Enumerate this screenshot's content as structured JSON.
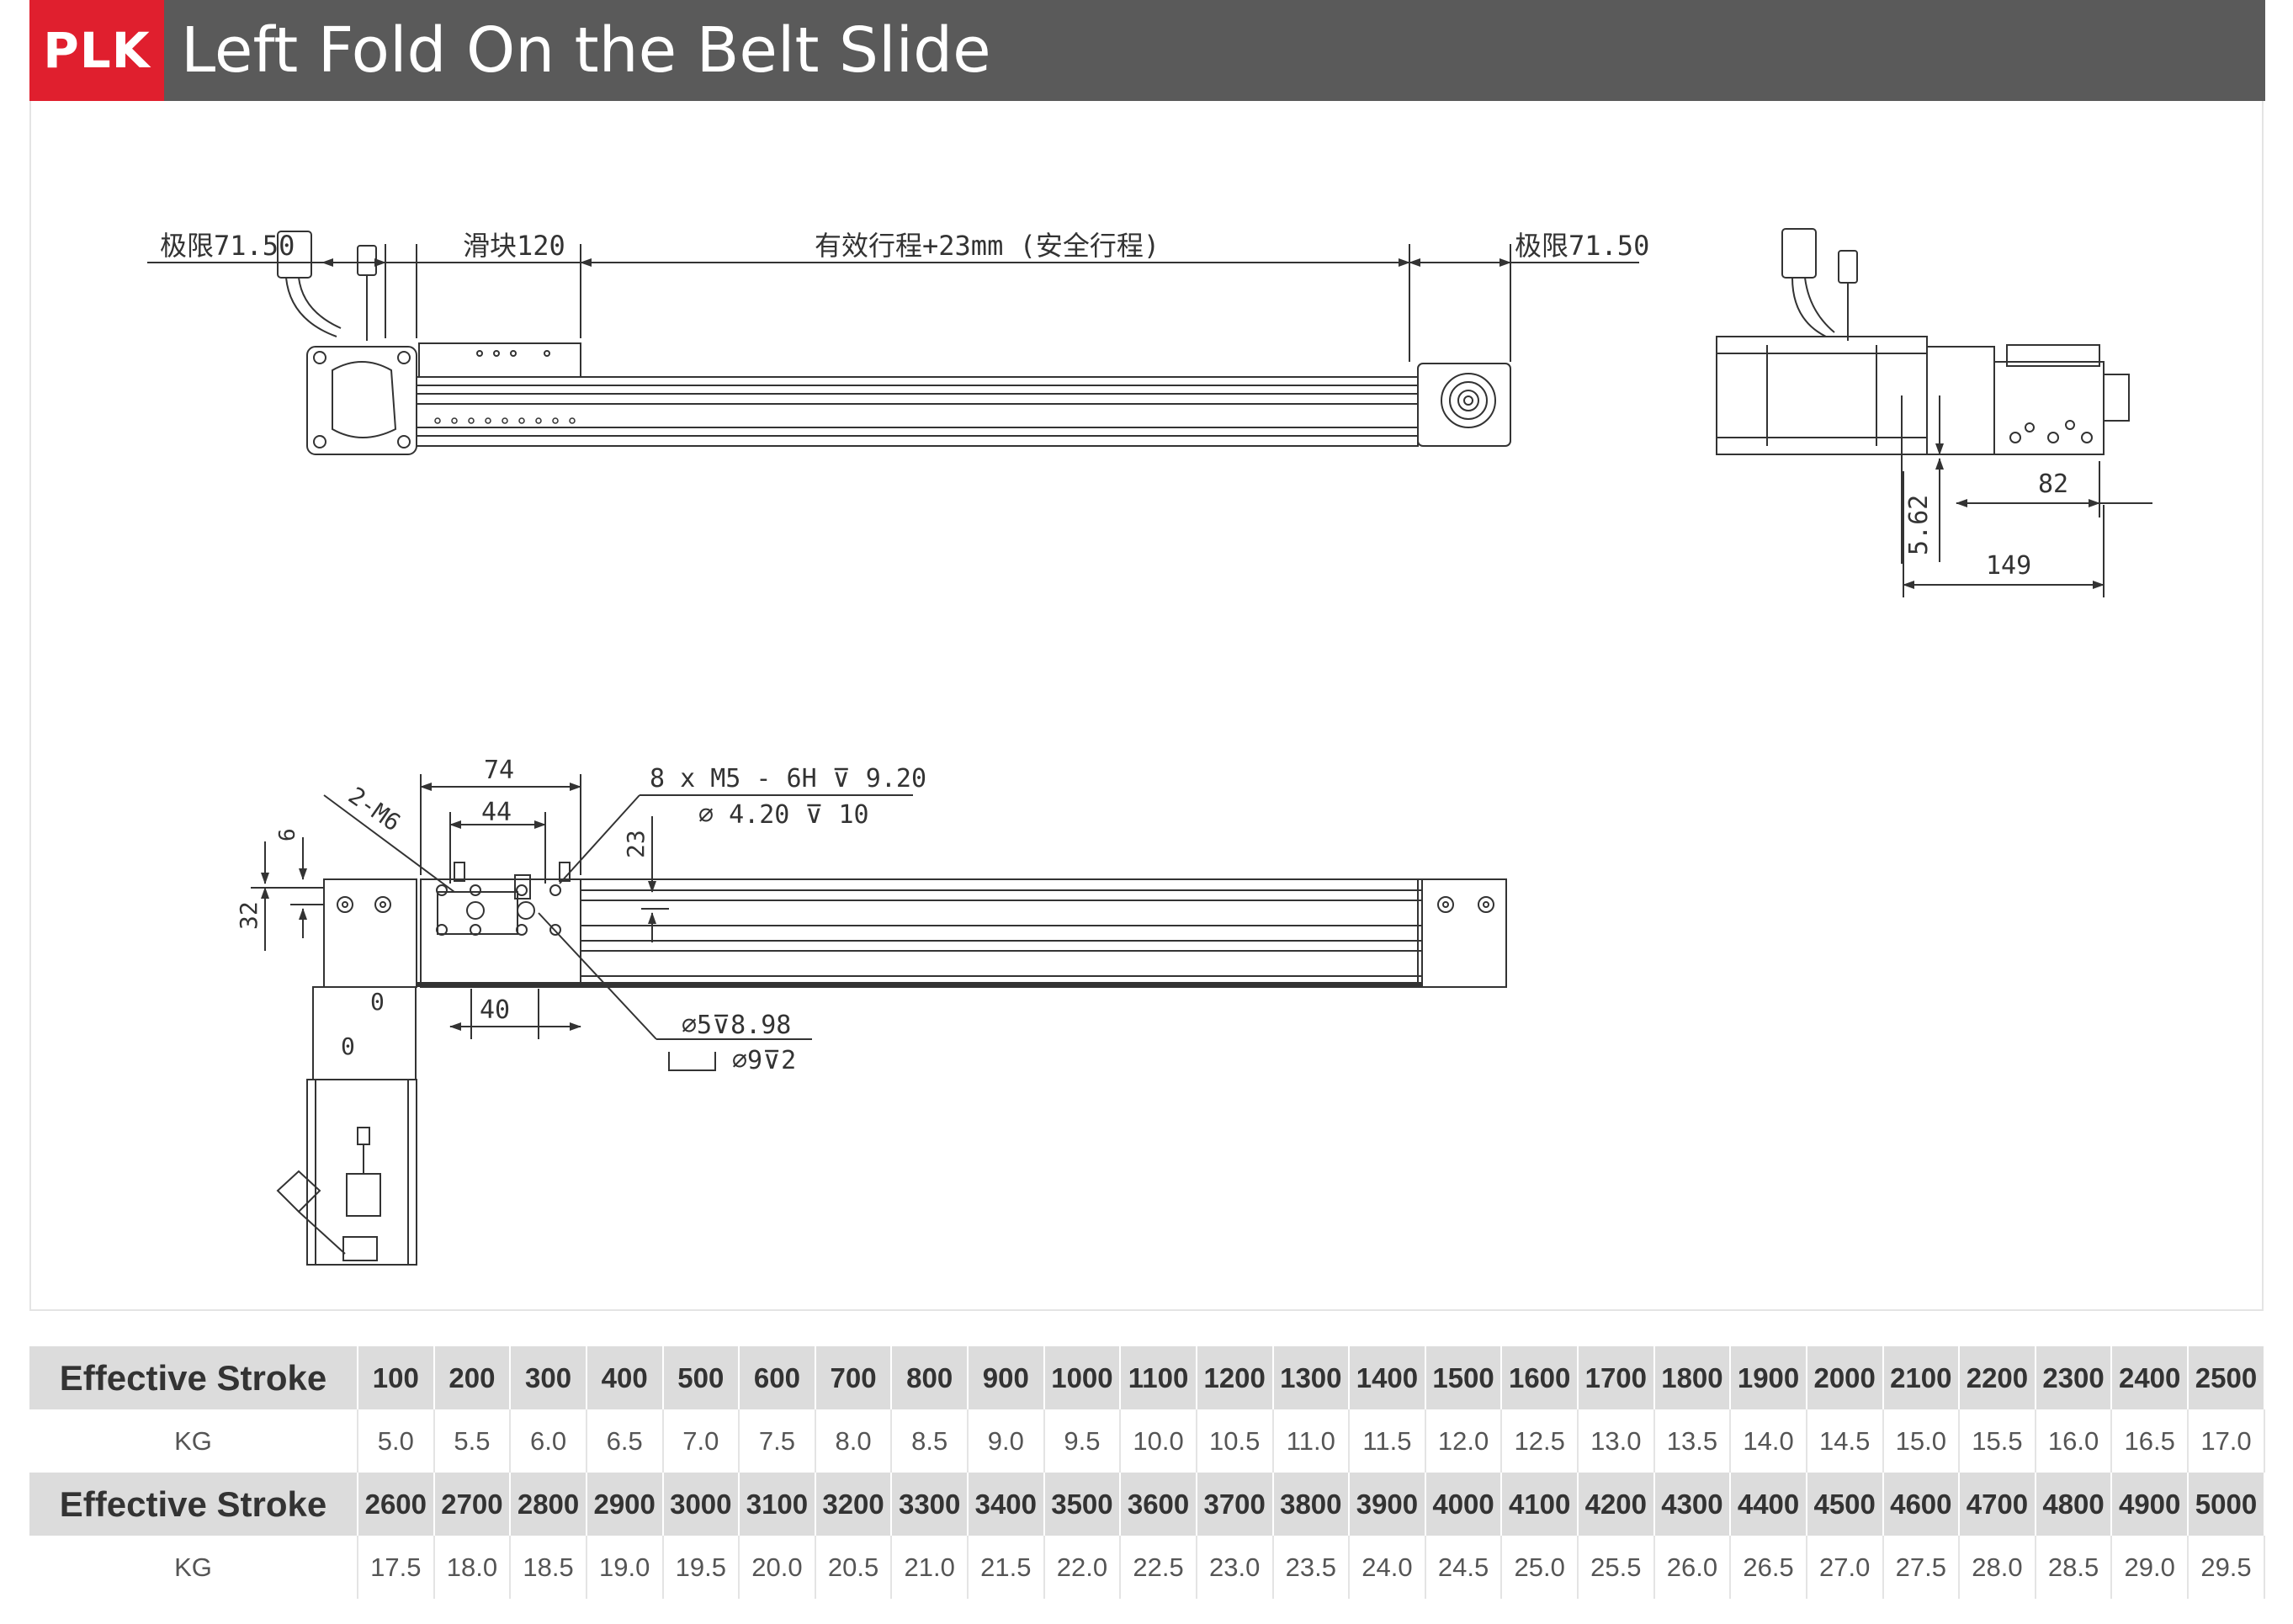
{
  "header": {
    "badge": "PLK",
    "title": "Left Fold On the Belt Slide"
  },
  "drawing": {
    "front_view": {
      "limit_left": "极限71.50",
      "slider": "滑块120",
      "stroke": "有效行程+23mm (安全行程)",
      "limit_right": "极限71.50"
    },
    "side_view": {
      "dim_82": "82",
      "dim_562": "5.62",
      "dim_149": "149"
    },
    "top_view": {
      "dim_74": "74",
      "dim_44": "44",
      "thread_spec": "8 x  M5 - 6H ⊽ 9.20",
      "hole_spec": "⌀ 4.20 ⊽ 10",
      "m6": "2-M6",
      "dim_23": "23",
      "dim_6": "6",
      "dim_32": "32",
      "dim_40": "40",
      "pin_hole": "⌀5⊽8.98",
      "counterbore": "⌀9⊽2",
      "motor_mark_1": "0",
      "motor_mark_2": "0"
    }
  },
  "table": {
    "row1": {
      "label": "Effective Stroke",
      "values": [
        "100",
        "200",
        "300",
        "400",
        "500",
        "600",
        "700",
        "800",
        "900",
        "1000",
        "1100",
        "1200",
        "1300",
        "1400",
        "1500",
        "1600",
        "1700",
        "1800",
        "1900",
        "2000",
        "2100",
        "2200",
        "2300",
        "2400",
        "2500"
      ]
    },
    "row2": {
      "label": "KG",
      "values": [
        "5.0",
        "5.5",
        "6.0",
        "6.5",
        "7.0",
        "7.5",
        "8.0",
        "8.5",
        "9.0",
        "9.5",
        "10.0",
        "10.5",
        "11.0",
        "11.5",
        "12.0",
        "12.5",
        "13.0",
        "13.5",
        "14.0",
        "14.5",
        "15.0",
        "15.5",
        "16.0",
        "16.5",
        "17.0"
      ]
    },
    "row3": {
      "label": "Effective Stroke",
      "values": [
        "2600",
        "2700",
        "2800",
        "2900",
        "3000",
        "3100",
        "3200",
        "3300",
        "3400",
        "3500",
        "3600",
        "3700",
        "3800",
        "3900",
        "4000",
        "4100",
        "4200",
        "4300",
        "4400",
        "4500",
        "4600",
        "4700",
        "4800",
        "4900",
        "5000"
      ]
    },
    "row4": {
      "label": "KG",
      "values": [
        "17.5",
        "18.0",
        "18.5",
        "19.0",
        "19.5",
        "20.0",
        "20.5",
        "21.0",
        "21.5",
        "22.0",
        "22.5",
        "23.0",
        "23.5",
        "24.0",
        "24.5",
        "25.0",
        "25.5",
        "26.0",
        "26.5",
        "27.0",
        "27.5",
        "28.0",
        "28.5",
        "29.0",
        "29.5"
      ]
    },
    "colors": {
      "header_bg": "#dcdcdc",
      "brand_red": "#e01f2e",
      "banner_gray": "#5a5a5a"
    }
  }
}
